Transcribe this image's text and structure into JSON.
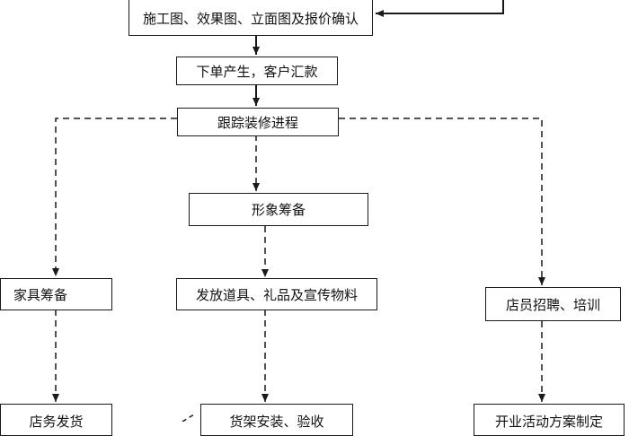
{
  "diagram": {
    "nodes": {
      "construction_drawings": "施工图、效果图、立面图及报价确认",
      "order_payment": "下单产生，客户汇款",
      "track_progress": "跟踪装修进程",
      "image_prep": "形象筹备",
      "furniture_prep": "家具筹备",
      "props_materials": "发放道具、礼品及宣传物料",
      "staff_recruit": "店员招聘、培训",
      "store_shipping": "店务发货",
      "shelf_install": "货架安装、验收",
      "opening_plan": "开业活动方案制定"
    },
    "colors": {
      "line": "#1a1a1a",
      "background": "#ffffff"
    }
  }
}
